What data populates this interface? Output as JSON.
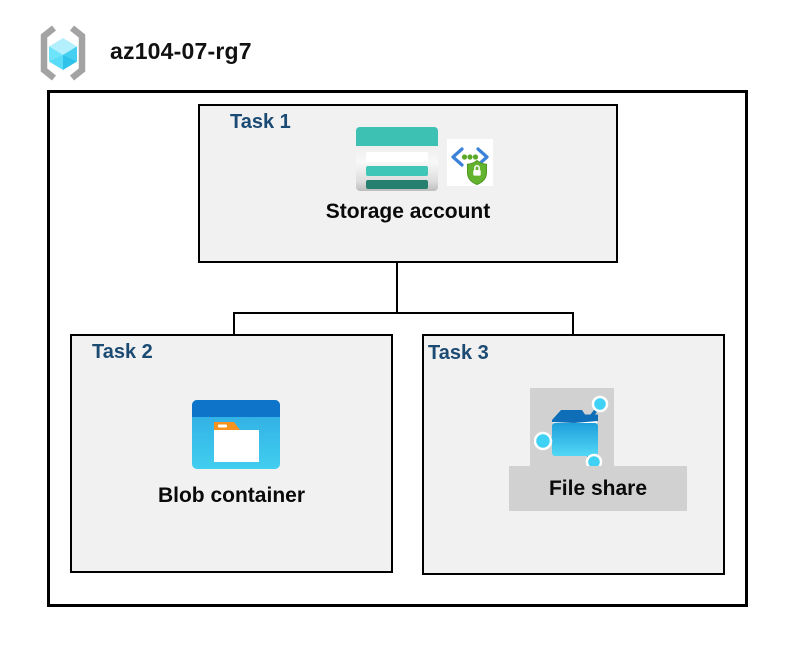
{
  "header": {
    "resource_group_name": "az104-07-rg7",
    "resource_group_icon": "resource-group-icon"
  },
  "diagram": {
    "tasks": [
      {
        "id": "task1",
        "label": "Task 1",
        "caption": "Storage account",
        "icons": [
          "storage-account-icon",
          "secure-api-icon"
        ]
      },
      {
        "id": "task2",
        "label": "Task 2",
        "caption": "Blob container",
        "icons": [
          "blob-container-icon"
        ]
      },
      {
        "id": "task3",
        "label": "Task 3",
        "caption": "File share",
        "icons": [
          "file-share-icon"
        ]
      }
    ],
    "connections": [
      {
        "from": "task1",
        "to": "task2"
      },
      {
        "from": "task1",
        "to": "task3"
      }
    ]
  },
  "colors": {
    "task_label_navy": "#1b4a73",
    "box_fill_gray": "#f1f1f1",
    "box_border": "#000000",
    "highlight_gray": "#d1d1d1",
    "storage_teal": "#3dc1b3",
    "storage_dark_teal": "#27806f",
    "blob_blue_bar": "#0e74c9",
    "blob_body_blue": "#37b9e8",
    "folder_tab_orange": "#f6921e",
    "shield_green": "#64b32e",
    "bracket_gray": "#a3a3a3",
    "cube_cyan": "#58dcf8",
    "node_cyan": "#3fd2f5"
  }
}
